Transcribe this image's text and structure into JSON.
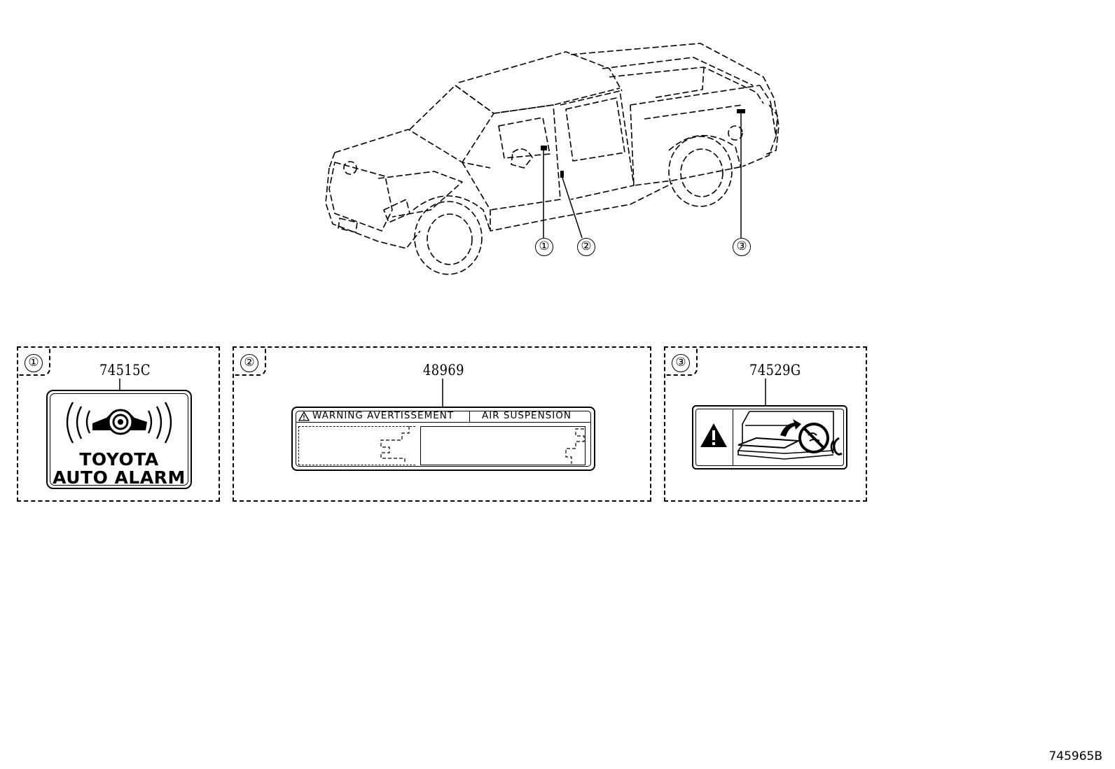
{
  "callouts": [
    "①",
    "②",
    "③"
  ],
  "labels": [
    {
      "index": "①",
      "part_number": "74515C",
      "text_line1": "TOYOTA",
      "text_line2": "AUTO ALARM",
      "icon": "car-alarm-icon"
    },
    {
      "index": "②",
      "part_number": "48969",
      "header_left": "WARNING AVERTISSEMENT",
      "header_right": "AIR SUSPENSION",
      "icon": "warning-triangle-icon"
    },
    {
      "index": "③",
      "part_number": "74529G",
      "icon": "tailgate-warning-icon"
    }
  ],
  "diagram_id": "745965B"
}
